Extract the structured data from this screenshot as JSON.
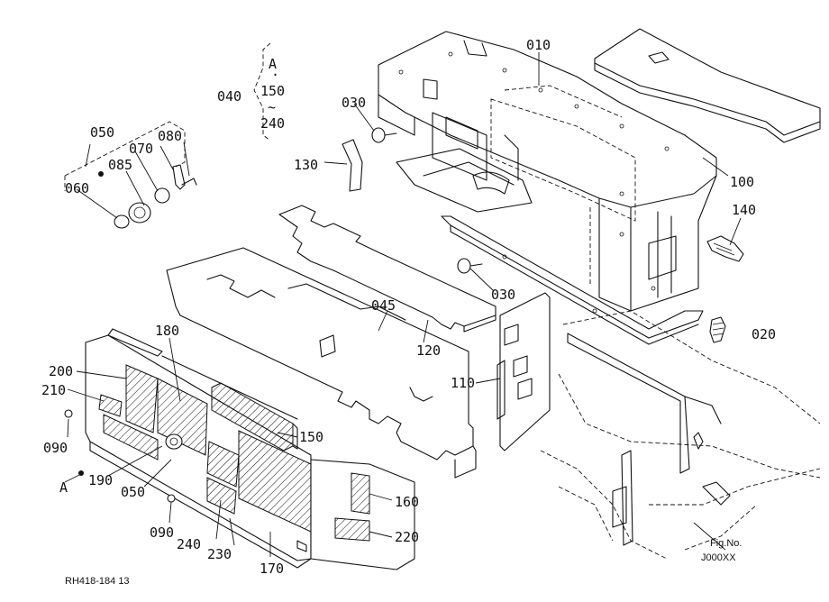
{
  "callouts": {
    "c010": "010",
    "c020": "020",
    "c030a": "030",
    "c030b": "030",
    "c040": "040",
    "c045": "045",
    "c050a": "050",
    "c050b": "050",
    "c060": "060",
    "c070": "070",
    "c080": "080",
    "c085": "085",
    "c090a": "090",
    "c090b": "090",
    "c100": "100",
    "c110": "110",
    "c120": "120",
    "c130": "130",
    "c140": "140",
    "c150": "150",
    "c160": "160",
    "c170": "170",
    "c180": "180",
    "c190": "190",
    "c200": "200",
    "c210": "210",
    "c220": "220",
    "c230": "230",
    "c240": "240",
    "refA": "A"
  },
  "group_040": {
    "ref": "A",
    "start": "150",
    "tilde": "~",
    "end": "240"
  },
  "figure": {
    "label": "Fig.No.",
    "number": "J000XX"
  },
  "drawing_code": "RH418-184 13"
}
